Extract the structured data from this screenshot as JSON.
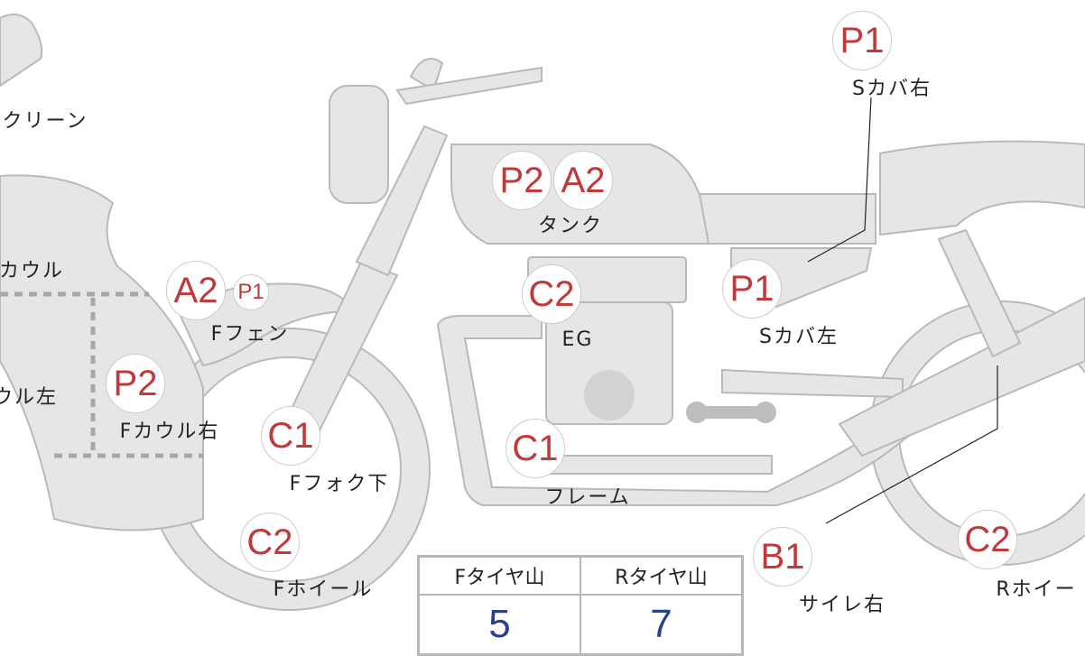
{
  "badges": {
    "s_cover_right": "P1",
    "tank_1": "P2",
    "tank_2": "A2",
    "f_fender_1": "A2",
    "f_fender_2": "P1",
    "engine": "C2",
    "s_cover_left": "P1",
    "f_cowl_right": "P2",
    "f_fork_lower": "C1",
    "frame": "C1",
    "f_wheel": "C2",
    "silencer_right": "B1",
    "r_wheel": "C2"
  },
  "labels": {
    "screen": "クリーン",
    "cowl": "カウル",
    "cowl_left": "ウル左",
    "s_cover_right": "Sカバ右",
    "tank": "タンク",
    "f_fender": "Fフェン",
    "engine": "EG",
    "s_cover_left": "Sカバ左",
    "f_cowl_right": "Fカウル右",
    "f_fork_lower": "Fフォク下",
    "frame": "フレーム",
    "f_wheel": "Fホイール",
    "silencer_right": "サイレ右",
    "r_wheel": "Rホイー"
  },
  "tire_table": {
    "headers": [
      "Fタイヤ山",
      "Rタイヤ山"
    ],
    "values": [
      "5",
      "7"
    ]
  },
  "colors": {
    "part_fill": "#e6e6e4",
    "part_stroke": "#b9b9b9",
    "badge_text": "#c0393b",
    "value_text": "#2b3f8c"
  }
}
